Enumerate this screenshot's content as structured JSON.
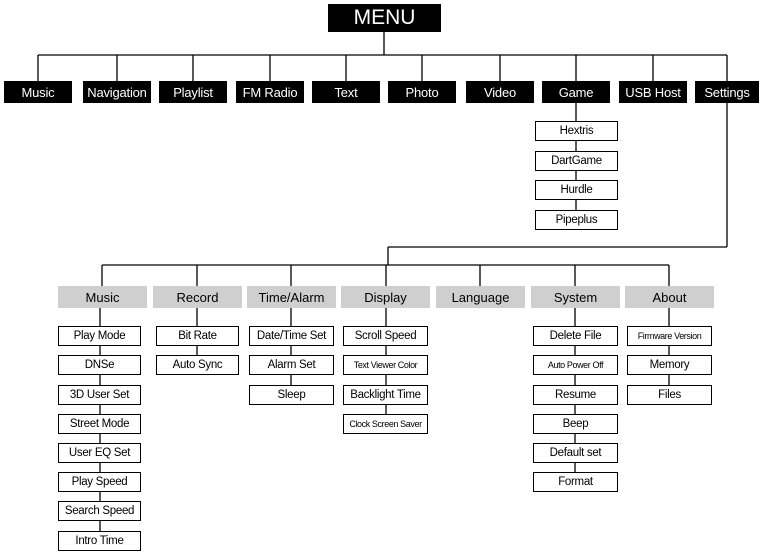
{
  "menu": {
    "title": "MENU"
  },
  "top_items": [
    "Music",
    "Navigation",
    "Playlist",
    "FM Radio",
    "Text",
    "Photo",
    "Video",
    "Game",
    "USB Host",
    "Settings"
  ],
  "game_items": [
    "Hextris",
    "DartGame",
    "Hurdle",
    "Pipeplus"
  ],
  "settings": [
    {
      "label": "Music",
      "items": [
        "Play Mode",
        "DNSe",
        "3D User Set",
        "Street Mode",
        "User EQ Set",
        "Play Speed",
        "Search Speed",
        "Intro Time"
      ]
    },
    {
      "label": "Record",
      "items": [
        "Bit Rate",
        "Auto Sync"
      ]
    },
    {
      "label": "Time/Alarm",
      "items": [
        "Date/Time Set",
        "Alarm Set",
        "Sleep"
      ]
    },
    {
      "label": "Display",
      "items": [
        "Scroll Speed",
        "Text Viewer Color",
        "Backlight Time",
        "Clock Screen Saver"
      ]
    },
    {
      "label": "Language",
      "items": []
    },
    {
      "label": "System",
      "items": [
        "Delete File",
        "Auto Power Off",
        "Resume",
        "Beep",
        "Default set",
        "Format"
      ]
    },
    {
      "label": "About",
      "items": [
        "Firmware Version",
        "Memory",
        "Files"
      ]
    }
  ],
  "colors": {
    "dark": "#000000",
    "category": "#cfcfcf",
    "line": "#000000"
  }
}
